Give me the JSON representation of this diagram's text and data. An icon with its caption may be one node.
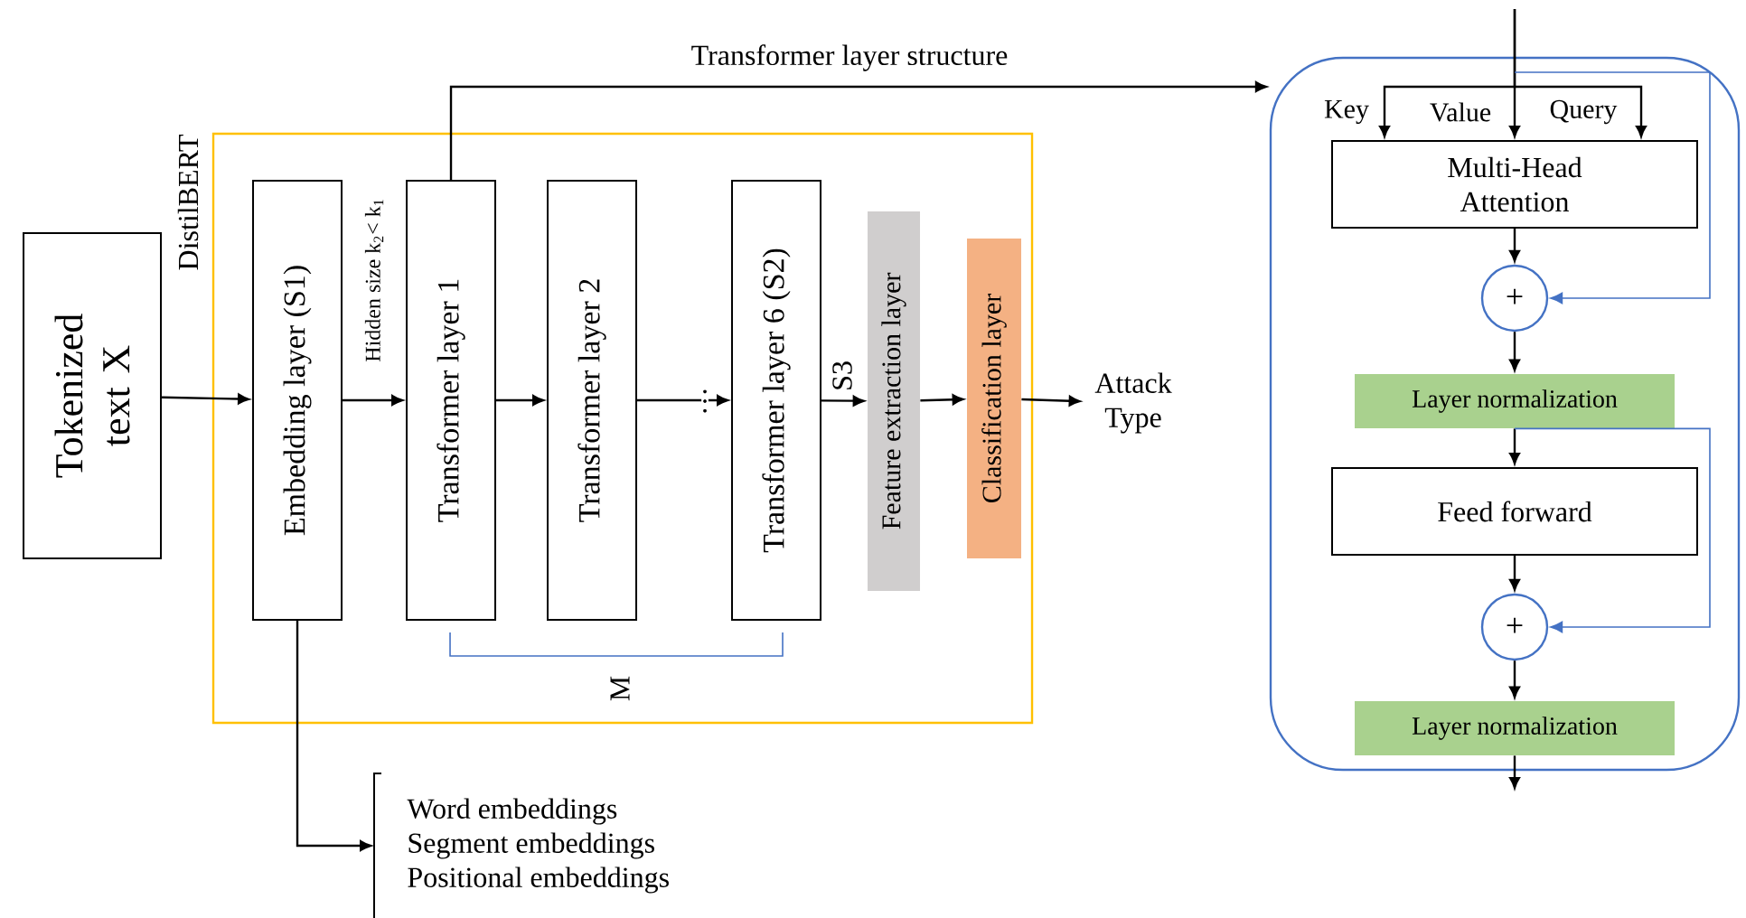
{
  "diagram": {
    "nodes": [
      {
        "text": [
          "Tokenized text X"
        ]
      },
      {
        "text": [
          "DistilBERT"
        ]
      },
      {
        "text": [
          "Embedding layer (S1)"
        ],
        "in": 1
      },
      {
        "text": [
          "Transformer layer 1"
        ],
        "in": 1
      },
      {
        "text": [
          "Transformer layer  2"
        ],
        "in": 1
      },
      {
        "text": [
          "Transformer layer  6 (S2)"
        ],
        "in": 1
      },
      {
        "text": [
          "Feature extraction layer"
        ],
        "in": 1
      },
      {
        "text": [
          "Classification layer"
        ],
        "in": 1
      },
      {
        "text": [
          "Attack Type"
        ]
      },
      {
        "text": [
          "Word embeddings",
          "Segment embeddings",
          "Positional embeddings"
        ]
      },
      {
        "text": [],
        "shape": "box"
      },
      {
        "text": [
          "Multi-Head Attention"
        ],
        "in": 10
      },
      {
        "text": [
          "+"
        ],
        "in": 10
      },
      {
        "text": [
          "Layer normalization"
        ],
        "in": 10
      },
      {
        "text": [
          "Feed forward"
        ],
        "in": 10
      },
      {
        "text": [
          "+"
        ],
        "in": 10
      },
      {
        "text": [
          "Layer normalization"
        ],
        "in": 10
      }
    ],
    "edges": [
      {
        "from": 0,
        "to": 2,
        "arrow": "to"
      },
      {
        "from": 2,
        "to": 3,
        "arrow": "to",
        "label": "Hidden size k$_{2}$< k$_{1}$"
      },
      {
        "from": 3,
        "to": 4,
        "arrow": "to"
      },
      {
        "from": 4,
        "to": 5,
        "arrow": "to",
        "label": "…"
      },
      {
        "from": 5,
        "to": 6,
        "arrow": "to",
        "label": "S3"
      },
      {
        "from": 6,
        "to": 7,
        "arrow": "to"
      },
      {
        "from": 7,
        "to": 8,
        "arrow": "to"
      },
      {
        "from": 3,
        "to": 10,
        "arrow": "to",
        "label": "Transformer layer structure"
      },
      {
        "from": 2,
        "to": 9,
        "arrow": "to"
      },
      {
        "from": null,
        "to": 11,
        "arrow": "to",
        "label": "Key"
      },
      {
        "from": null,
        "to": 11,
        "arrow": "to",
        "label": "Value"
      },
      {
        "from": null,
        "to": 11,
        "arrow": "to",
        "label": "Query"
      },
      {
        "from": null,
        "to": 12,
        "arrow": "to",
        "color": "#4472c4"
      },
      {
        "from": 11,
        "to": 12,
        "arrow": "to"
      },
      {
        "from": 12,
        "to": 13,
        "arrow": "to"
      },
      {
        "from": 13,
        "to": 14,
        "arrow": "to"
      },
      {
        "from": 14,
        "to": 15,
        "arrow": "to"
      },
      {
        "from": 13,
        "to": 15,
        "arrow": "to",
        "color": "#4472c4"
      },
      {
        "from": 15,
        "to": 16,
        "arrow": "to"
      },
      {
        "from": 16,
        "to": null,
        "arrow": "to"
      }
    ],
    "labels": [
      "M"
    ]
  }
}
